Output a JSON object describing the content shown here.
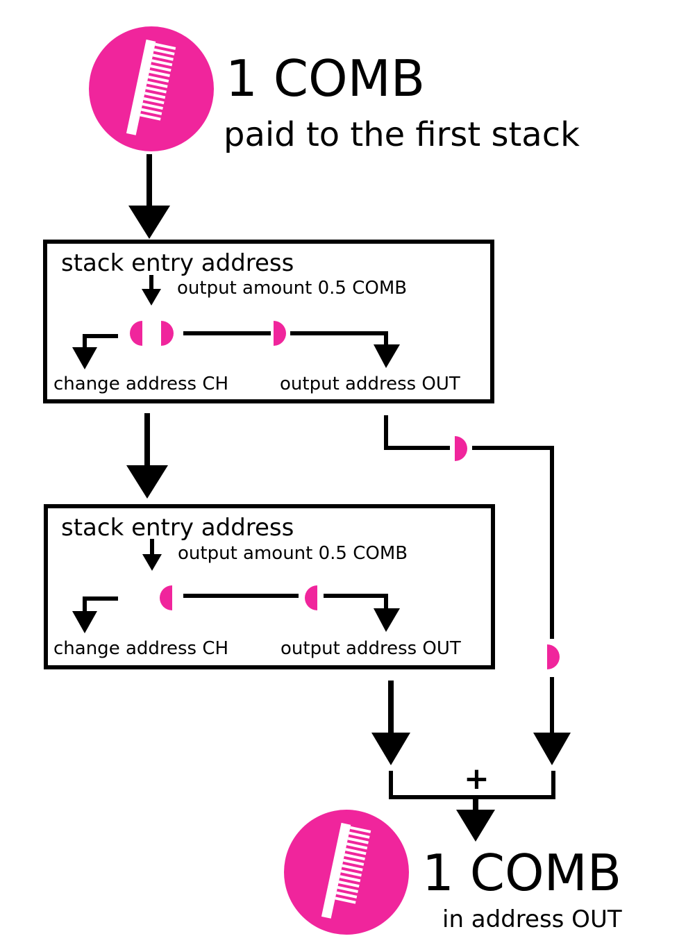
{
  "top": {
    "amount": "1 COMB",
    "caption": "paid to the first stack"
  },
  "stacks": [
    {
      "entry_label": "stack entry address",
      "output_amount": "output amount 0.5 COMB",
      "change_label": "change address CH",
      "output_label": "output address OUT"
    },
    {
      "entry_label": "stack entry address",
      "output_amount": "output amount 0.5 COMB",
      "change_label": "change address CH",
      "output_label": "output address OUT"
    }
  ],
  "merge_symbol": "+",
  "bottom": {
    "amount": "1 COMB",
    "caption": "in address OUT"
  },
  "colors": {
    "accent": "#f0259c",
    "line": "#000000",
    "background": "#ffffff"
  },
  "icons": [
    "comb-icon",
    "half-coin-icon",
    "arrow-down-icon"
  ]
}
